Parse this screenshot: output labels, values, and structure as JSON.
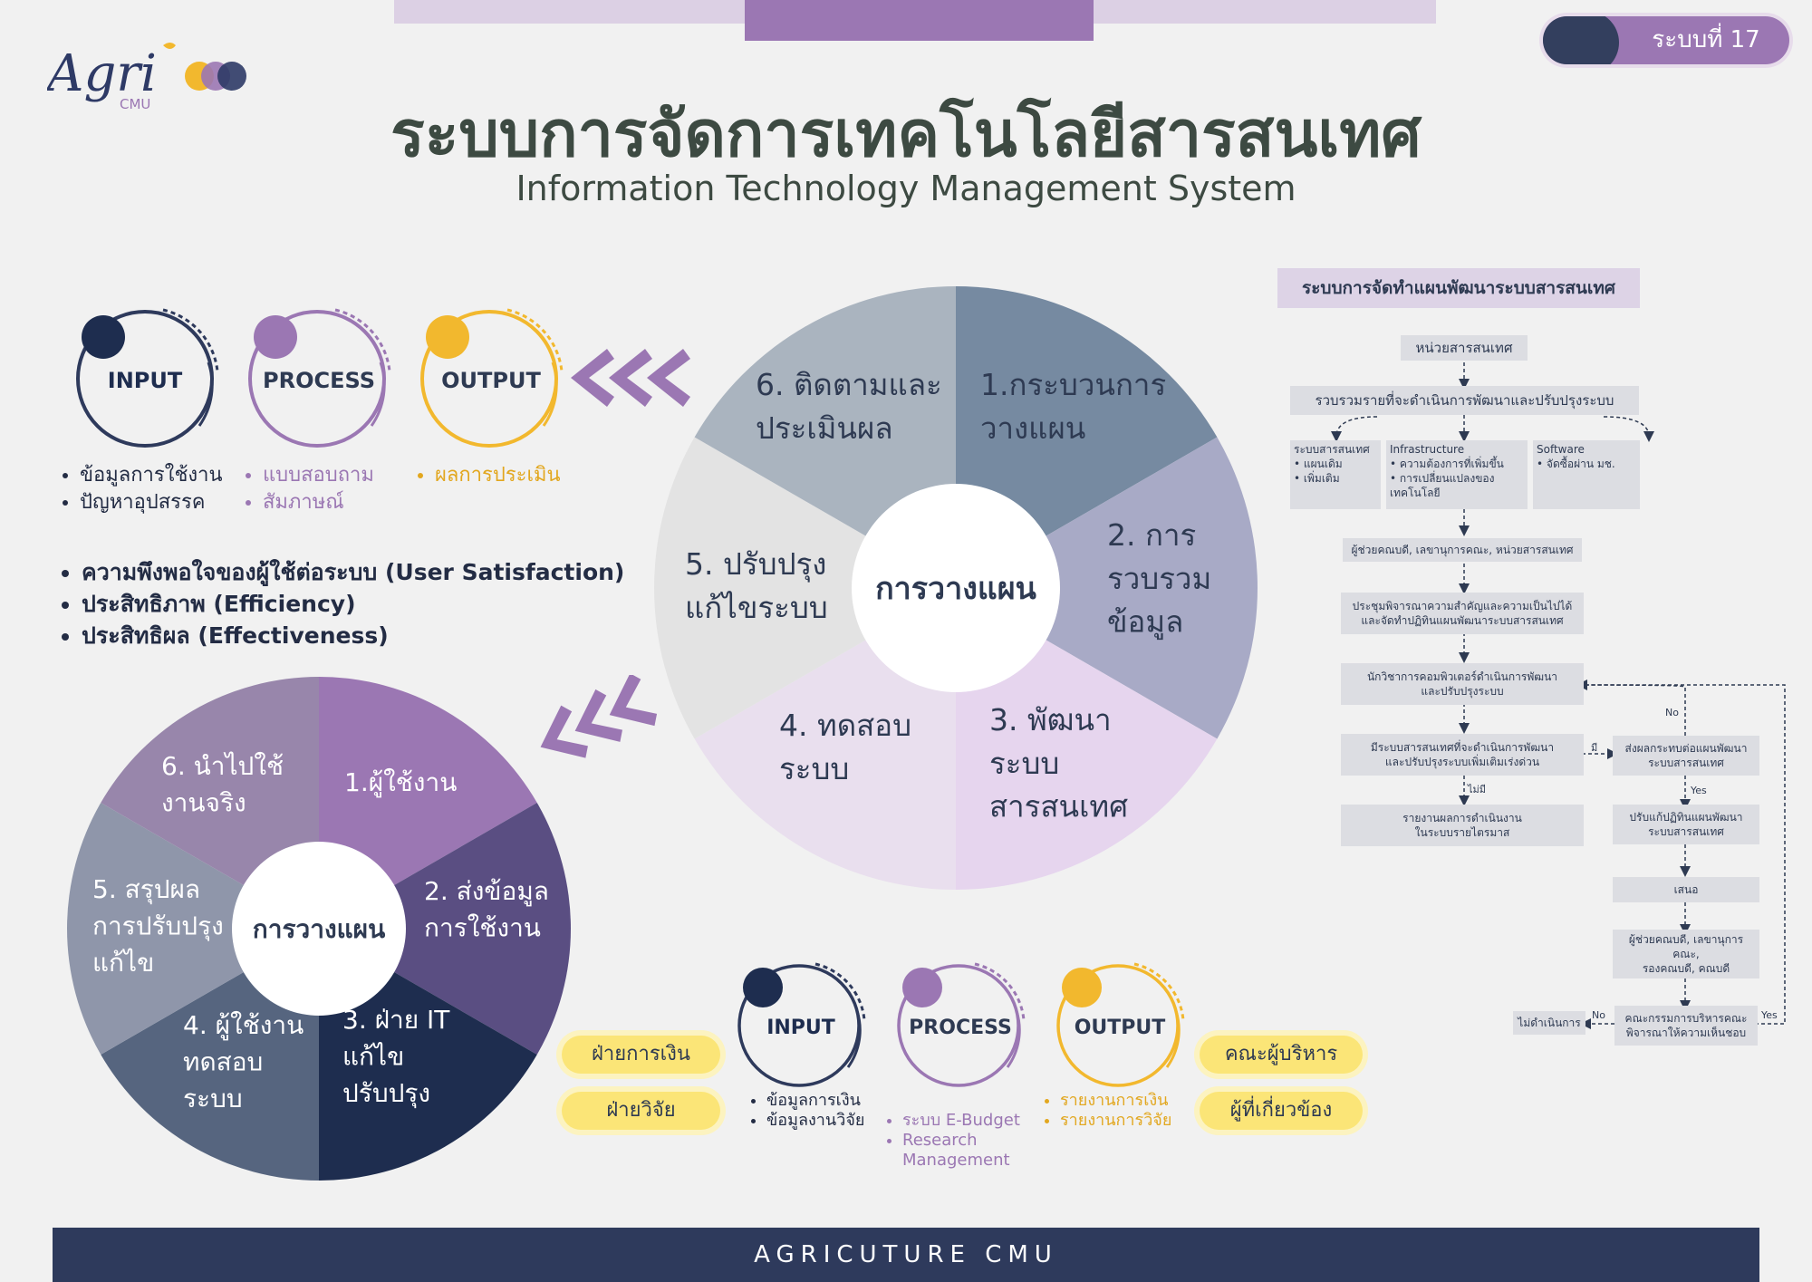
{
  "badge": {
    "label": "ระบบที่ 17"
  },
  "logo": {
    "text": "Agri",
    "subtext": "CMU"
  },
  "title": "ระบบการจัดการเทคโนโลยีสารสนเทศ",
  "subtitle": "Information Technology Management System",
  "ipo_top": {
    "input": {
      "label": "INPUT",
      "items": [
        "ข้อมูลการใช้งาน",
        "ปัญหาอุปสรรค"
      ]
    },
    "process": {
      "label": "PROCESS",
      "items": [
        "แบบสอบถาม",
        "สัมภาษณ์"
      ]
    },
    "output": {
      "label": "OUTPUT",
      "items": [
        "ผลการประเมิน"
      ]
    }
  },
  "kpis": [
    "ความพึงพอใจของผู้ใช้ต่อระบบ (User Satisfaction)",
    "ประสิทธิภาพ (Efficiency)",
    "ประสิทธิผล (Effectiveness)"
  ],
  "wheel_main": {
    "center": "การวางแผน",
    "segments": [
      {
        "label": "1.กระบวนการ\nวางแผน",
        "color": "#768aa1"
      },
      {
        "label": "2. การ\nรวบรวม\nข้อมูล",
        "color": "#a8aac6"
      },
      {
        "label": "3. พัฒนา\nระบบ\nสารสนเทศ",
        "color": "#e6d5ee"
      },
      {
        "label": "4. ทดสอบ\nระบบ",
        "color": "#e9dfee"
      },
      {
        "label": "5. ปรับปรุง\nแก้ไขระบบ",
        "color": "#e3e3e3"
      },
      {
        "label": "6. ติดตามและ\nประเมินผล",
        "color": "#aab4bf"
      }
    ]
  },
  "wheel_small": {
    "center": "การวางแผน",
    "segments": [
      {
        "label": "1.ผู้ใช้งาน",
        "color": "#9b77b3"
      },
      {
        "label": "2. ส่งข้อมูล\nการใช้งาน",
        "color": "#5a4e82"
      },
      {
        "label": "3. ฝ่าย IT\nแก้ไข\nปรับปรุง",
        "color": "#1e2d4f"
      },
      {
        "label": "4. ผู้ใช้งาน\nทดสอบ\nระบบ",
        "color": "#56657f"
      },
      {
        "label": "5. สรุปผล\nการปรับปรุง\nแก้ไข",
        "color": "#8f96aa"
      },
      {
        "label": "6. นำไปใช้\nงานจริง",
        "color": "#9886ab"
      }
    ]
  },
  "ipo_bottom": {
    "input": {
      "label": "INPUT",
      "items": [
        "ข้อมูลการเงิน",
        "ข้อมูลงานวิจัย"
      ]
    },
    "process": {
      "label": "PROCESS",
      "items": [
        "ระบบ E-Budget",
        "Research\nManagement"
      ]
    },
    "output": {
      "label": "OUTPUT",
      "items": [
        "รายงานการเงิน",
        "รายงานการวิจัย"
      ]
    },
    "left_pills": [
      "ฝ่ายการเงิน",
      "ฝ่ายวิจัย"
    ],
    "right_pills": [
      "คณะผู้บริหาร",
      "ผู้ที่เกี่ยวข้อง"
    ]
  },
  "flowchart": {
    "title": "ระบบการจัดทำแผนพัฒนาระบบสารสนเทศ",
    "n1": "หน่วยสารสนเทศ",
    "n2": "รวบรวมรายที่จะดำเนินการพัฒนาและปรับปรุงระบบ",
    "n3a": {
      "head": "ระบบสารสนเทศ",
      "items": [
        "แผนเดิม",
        "เพิ่มเติม"
      ]
    },
    "n3b": {
      "head": "Infrastructure",
      "items": [
        "ความต้องการที่เพิ่มขึ้น",
        "การเปลี่ยนแปลงของ เทคโนโลยี"
      ]
    },
    "n3c": {
      "head": "Software",
      "items": [
        "จัดซื้อผ่าน มช."
      ]
    },
    "n4": "ผู้ช่วยคณบดี, เลขานุการคณะ, หน่วยสารสนเทศ",
    "n5": "ประชุมพิจารณาความสำคัญและความเป็นไปได้\nและจัดทำปฏิทินแผนพัฒนาระบบสารสนเทศ",
    "n6": "นักวิชาการคอมพิวเตอร์ดำเนินการพัฒนา\nและปรับปรุงระบบ",
    "n7": "มีระบบสารสนเทศที่จะดำเนินการพัฒนา\nและปรับปรุงระบบเพิ่มเติมเร่งด่วน",
    "n8": "รายงานผลการดำเนินงาน\nในระบบรายไตรมาส",
    "r1": "ส่งผลกระทบต่อแผนพัฒนา\nระบบสารสนเทศ",
    "r2": "ปรับแก้ปฏิทินแผนพัฒนา\nระบบสารสนเทศ",
    "r3": "เสนอ",
    "r4": "ผู้ช่วยคณบดี, เลขานุการคณะ,\nรองคณบดี, คณบดี",
    "r5": "คณะกรรมการบริหารคณะ\nพิจารณาให้ความเห็นชอบ",
    "r6": "ไม่ดำเนินการ",
    "lbl_yes1": "มี",
    "lbl_no1": "ไม่มี",
    "lbl_no2": "No",
    "lbl_yes2": "Yes",
    "lbl_no3": "No",
    "lbl_yes3": "Yes"
  },
  "footer": "AGRICUTURE CMU"
}
